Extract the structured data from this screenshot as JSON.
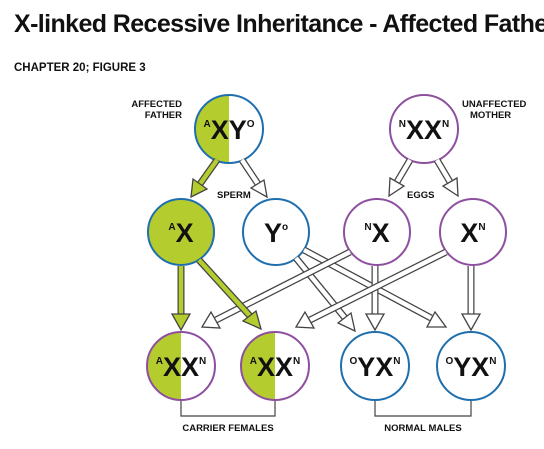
{
  "title": "X-linked Recessive Inheritance - Affected Father",
  "subtitle": "CHAPTER 20; FIGURE 3",
  "labels": {
    "father_line1": "AFFECTED",
    "father_line2": "FATHER",
    "mother_line1": "UNAFFECTED",
    "mother_line2": "MOTHER",
    "sperm": "SPERM",
    "eggs": "EGGS",
    "carrier_females": "CARRIER FEMALES",
    "normal_males": "NORMAL MALES"
  },
  "nodes": {
    "father": {
      "parts": [
        {
          "sup": "A",
          "main": "X"
        },
        {
          "main": "Y",
          "sup": "O"
        }
      ]
    },
    "mother": {
      "parts": [
        {
          "sup": "N",
          "main": "X"
        },
        {
          "main": "X",
          "sup": "N"
        }
      ]
    },
    "sperm_x": {
      "parts": [
        {
          "sup": "A",
          "main": "X"
        }
      ]
    },
    "sperm_y": {
      "parts": [
        {
          "main": "Y",
          "sup": "o"
        }
      ]
    },
    "egg_1": {
      "parts": [
        {
          "sup": "N",
          "main": "X"
        }
      ]
    },
    "egg_2": {
      "parts": [
        {
          "main": "X",
          "sup": "N"
        }
      ]
    },
    "child_1": {
      "parts": [
        {
          "sup": "A",
          "main": "X"
        },
        {
          "main": "X",
          "sup": "N"
        }
      ]
    },
    "child_2": {
      "parts": [
        {
          "sup": "A",
          "main": "X"
        },
        {
          "main": "X",
          "sup": "N"
        }
      ]
    },
    "child_3": {
      "parts": [
        {
          "sup": "O",
          "main": "Y"
        },
        {
          "main": "X",
          "sup": "N"
        }
      ]
    },
    "child_4": {
      "parts": [
        {
          "sup": "O",
          "main": "Y"
        },
        {
          "main": "X",
          "sup": "N"
        }
      ]
    }
  },
  "colors": {
    "affected_green": "#b5cc2e",
    "male_blue": "#1f6fae",
    "female_purple": "#8e4f9f",
    "arrow_white": "#ffffff",
    "outline": "#444444"
  }
}
